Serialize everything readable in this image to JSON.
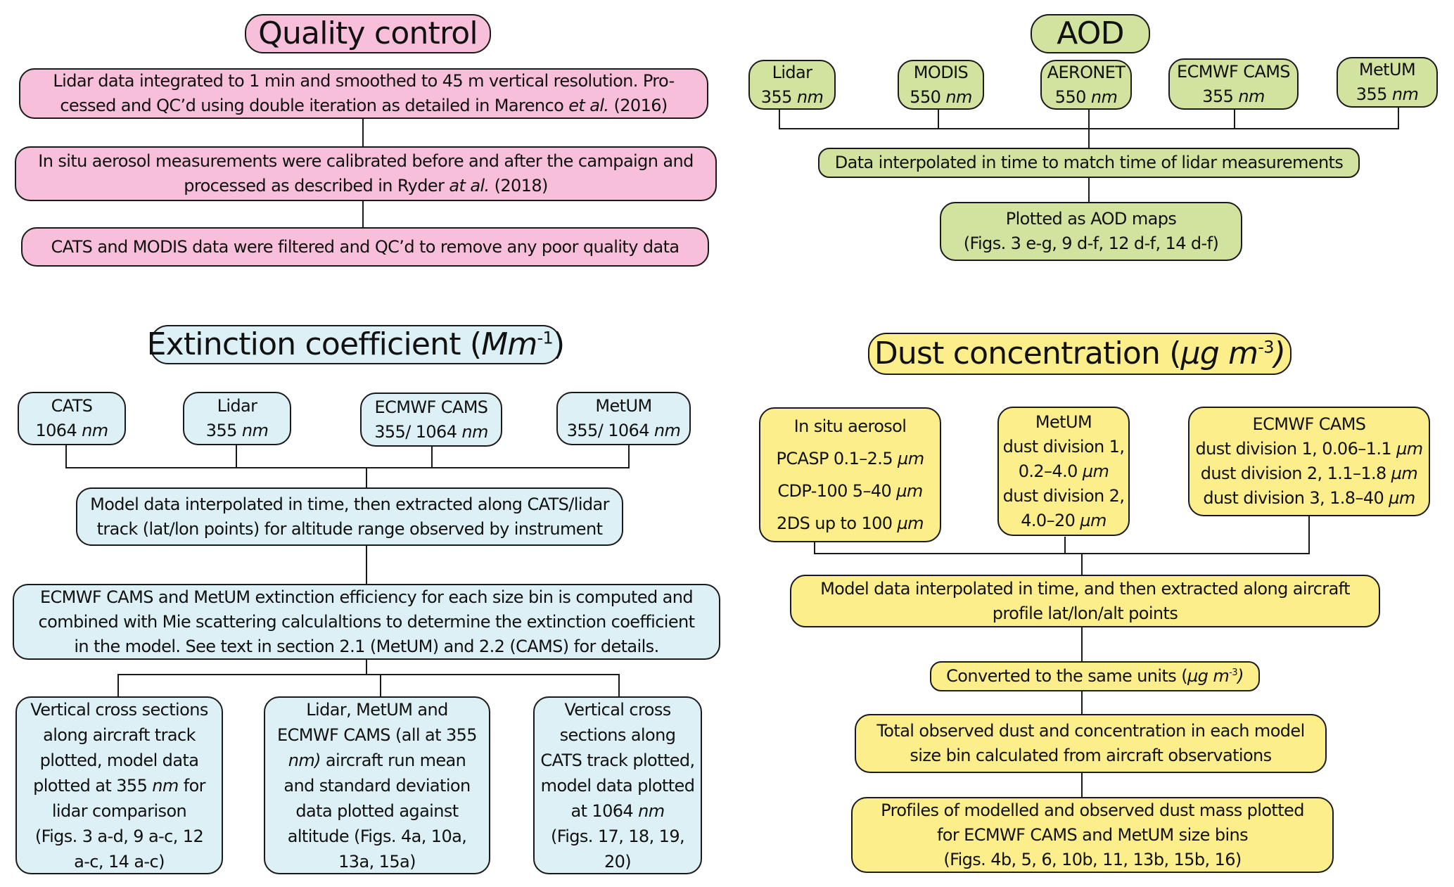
{
  "colors": {
    "quality_control": "#f7bfd9",
    "aod": "#d2e3a0",
    "extinction": "#dcf0f5",
    "dust": "#fdee8c",
    "line": "#1a1a1a"
  },
  "quality_control": {
    "title": "Quality control",
    "steps": [
      {
        "line1": "Lidar data integrated to 1 min and smoothed to 45 m vertical resolution. Pro-",
        "line2_pre": "cessed  and QC’d using double iteration as detailed in Marenco ",
        "line2_em": "et al.",
        "line2_post": " (2016)"
      },
      {
        "line1": "In situ aerosol measurements were calibrated before and after the campaign and",
        "line2_pre": "processed as described in Ryder ",
        "line2_em": "at al.",
        "line2_post": " (2018)"
      },
      {
        "line1": "CATS and MODIS data were filtered and QC’d to remove any poor quality data"
      }
    ]
  },
  "aod": {
    "title": "AOD",
    "sources": [
      {
        "name": "Lidar",
        "value": "355",
        "unit": "nm"
      },
      {
        "name": "MODIS",
        "value": "550",
        "unit": "nm"
      },
      {
        "name": "AERONET",
        "value": "550",
        "unit": "nm"
      },
      {
        "name": "ECMWF CAMS",
        "value": "355",
        "unit": "nm"
      },
      {
        "name": "MetUM",
        "value": "355",
        "unit": "nm"
      }
    ],
    "interp": "Data interpolated in time to match time of lidar measurements",
    "output": {
      "line1": "Plotted as AOD maps",
      "line2": "(Figs. 3 e-g, 9 d-f, 12 d-f, 14 d-f)"
    }
  },
  "extinction": {
    "title_text": "Extinction coefficient (",
    "title_unit": "Mm",
    "title_exp": "-1",
    "title_close": ")",
    "sources": [
      {
        "name": "CATS",
        "value": "1064",
        "unit": "nm"
      },
      {
        "name": "Lidar",
        "value": "355",
        "unit": "nm"
      },
      {
        "name": "ECMWF CAMS",
        "value": "355/ 1064",
        "unit": "nm"
      },
      {
        "name": "MetUM",
        "value": "355/ 1064",
        "unit": "nm"
      }
    ],
    "interp": {
      "line1": "Model data interpolated in time, then extracted along CATS/lidar",
      "line2": "track (lat/lon points) for altitude range observed by instrument"
    },
    "mie": {
      "line1": "ECMWF CAMS and MetUM extinction efficiency for each size bin is computed and",
      "line2": "combined with Mie scattering calculaltions to determine the extinction coefficient",
      "line3": "in the model. See text in section 2.1 (MetUM) and 2.2 (CAMS) for details."
    },
    "outputs": [
      {
        "lines": [
          "Vertical cross sections",
          "along aircraft track",
          "plotted, model data"
        ],
        "line_unit_pre": "plotted at 355 ",
        "line_unit_em": "nm",
        "line_unit_post": " for",
        "tail": [
          "lidar comparison",
          "(Figs. 3 a-d, 9 a-c, 12",
          "a-c, 14 a-c)"
        ]
      },
      {
        "lines": [
          "Lidar, MetUM and",
          "ECMWF CAMS (all at 355"
        ],
        "line_unit_pre": "",
        "line_unit_em": "nm)",
        "line_unit_post": " aircraft run mean",
        "tail": [
          "and standard deviation",
          "data plotted against",
          "altitude  (Figs. 4a, 10a,",
          "13a, 15a)"
        ]
      },
      {
        "lines": [
          "Vertical cross",
          "sections along",
          "CATS track plotted,",
          "model data plotted"
        ],
        "line_unit_pre": "at 1064 ",
        "line_unit_em": "nm",
        "line_unit_post": "",
        "tail": [
          "(Figs. 17, 18, 19,",
          "20)"
        ]
      }
    ]
  },
  "dust": {
    "title_text": "Dust concentration (",
    "title_unit": "µg m",
    "title_exp": "-3",
    "title_close": ")",
    "sources": [
      {
        "name": "In situ aerosol",
        "rows": [
          {
            "text": "PCASP 0.1–2.5 ",
            "unit": "µm"
          },
          {
            "text": "CDP-100 5–40 ",
            "unit": "µm"
          },
          {
            "text": "2DS up to 100 ",
            "unit": "µm"
          }
        ]
      },
      {
        "name": "MetUM",
        "rows": [
          {
            "text": "dust division 1,",
            "unit": ""
          },
          {
            "text": "0.2–4.0 ",
            "unit": "µm"
          },
          {
            "text": "dust division 2,",
            "unit": ""
          },
          {
            "text": "4.0–20 ",
            "unit": "µm"
          }
        ]
      },
      {
        "name": "ECMWF CAMS",
        "rows": [
          {
            "text": "dust division 1, 0.06–1.1 ",
            "unit": "µm"
          },
          {
            "text": "dust division 2, 1.1–1.8 ",
            "unit": "µm"
          },
          {
            "text": "dust division 3, 1.8–40 ",
            "unit": "µm"
          }
        ]
      }
    ],
    "interp": {
      "line1": "Model data interpolated in time, and then extracted along aircraft",
      "line2": "profile lat/lon/alt points"
    },
    "convert": {
      "text": "Converted to the same units (",
      "unit": "µg m",
      "exp": "-3",
      "close": ")"
    },
    "total": {
      "line1": "Total observed dust and concentration in each model",
      "line2": "size bin calculated from aircraft observations"
    },
    "profiles": {
      "line1": "Profiles of modelled and observed dust mass plotted",
      "line2": "for ECMWF CAMS and MetUM size bins",
      "line3": "(Figs. 4b, 5, 6, 10b, 11, 13b, 15b, 16)"
    }
  }
}
